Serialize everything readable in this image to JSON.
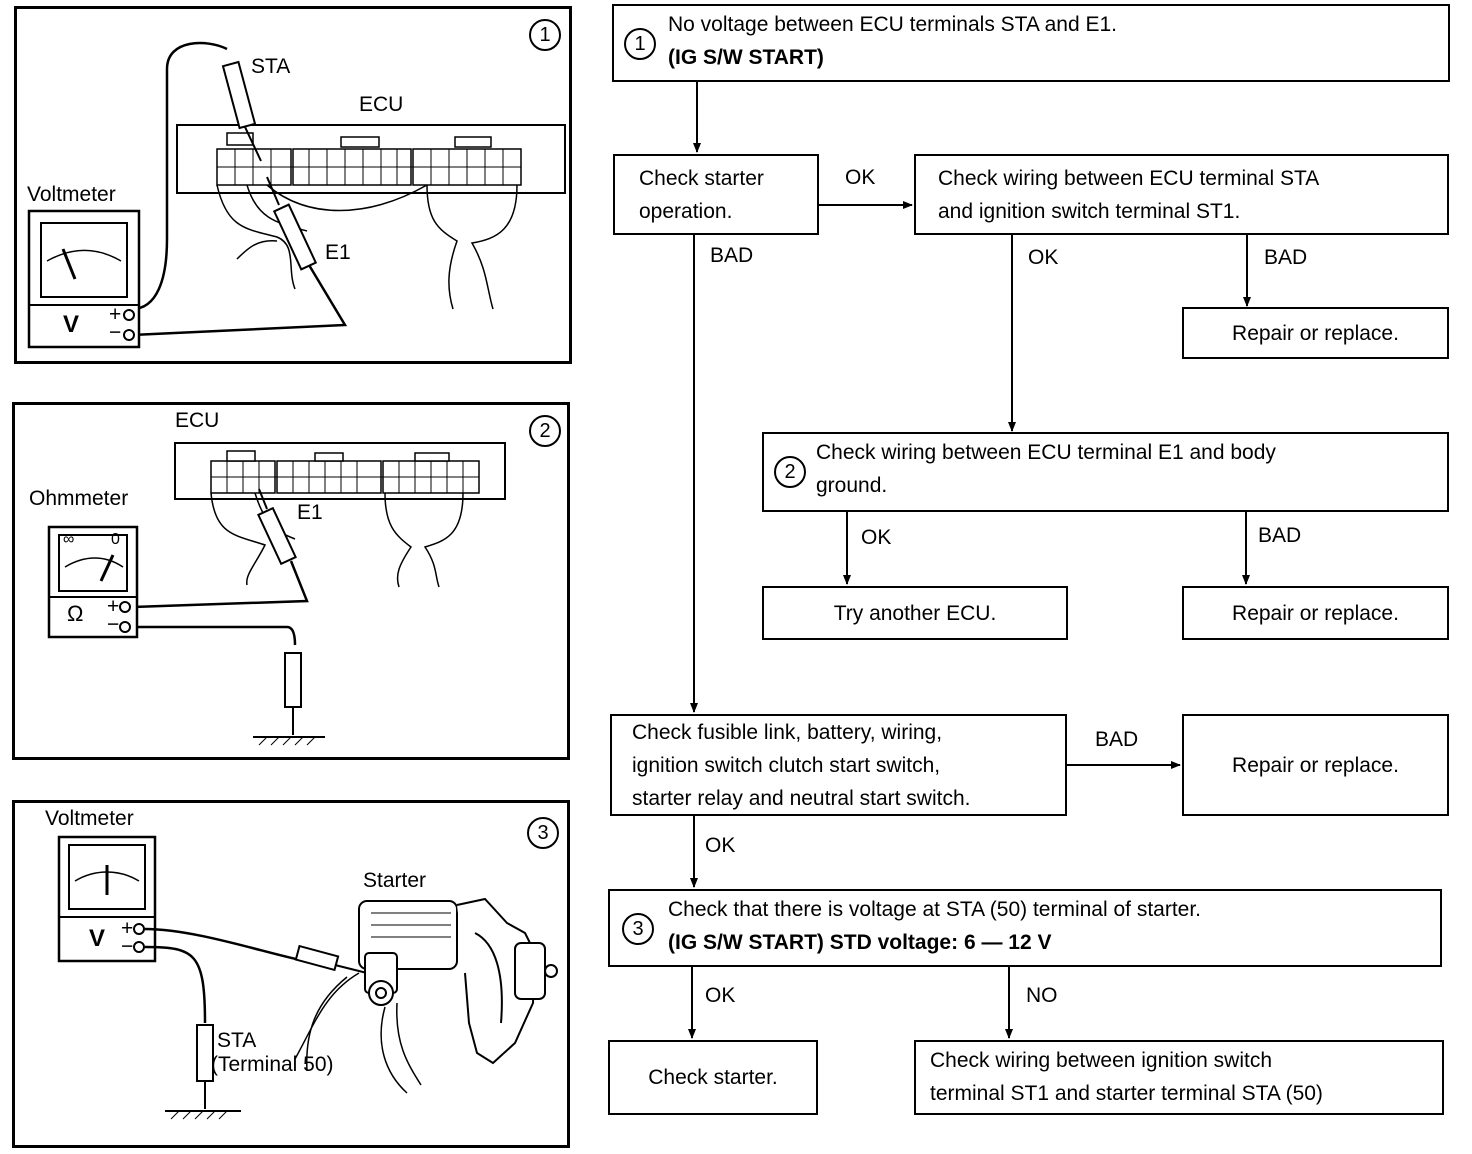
{
  "panels": {
    "p1": {
      "num": "1",
      "sta": "STA",
      "ecu": "ECU",
      "e1": "E1",
      "meter": "Voltmeter",
      "v": "V",
      "plus": "+",
      "minus": "−"
    },
    "p2": {
      "num": "2",
      "ecu": "ECU",
      "e1": "E1",
      "meter": "Ohmmeter",
      "omega": "Ω",
      "plus": "+",
      "minus": "−",
      "inf": "∞",
      "zero": "0"
    },
    "p3": {
      "num": "3",
      "meter": "Voltmeter",
      "v": "V",
      "plus": "+",
      "minus": "−",
      "starter": "Starter",
      "sta": "STA",
      "terminal": "(Terminal 50)"
    }
  },
  "flow": {
    "b1": {
      "num": "1",
      "line1": "No voltage between ECU terminals STA and E1.",
      "line2": "(IG S/W START)"
    },
    "b2": {
      "line1": "Check starter",
      "line2": "operation."
    },
    "b3": {
      "line1": "Check wiring between ECU terminal STA",
      "line2": "and ignition switch terminal ST1."
    },
    "b4": {
      "text": "Repair or replace."
    },
    "b5": {
      "num": "2",
      "line1": "Check wiring between ECU terminal E1 and body",
      "line2": "ground."
    },
    "b6": {
      "text": "Try another ECU."
    },
    "b7": {
      "text": "Repair or replace."
    },
    "b8": {
      "line1": "Check fusible link, battery, wiring,",
      "line2": "ignition switch clutch start switch,",
      "line3": "starter relay and neutral start switch."
    },
    "b9": {
      "text": "Repair or replace."
    },
    "b10": {
      "num": "3",
      "line1": "Check that there is voltage at STA (50) terminal of starter.",
      "line2": "(IG S/W START)   STD voltage:  6 — 12 V"
    },
    "b11": {
      "text": "Check starter."
    },
    "b12": {
      "line1": "Check wiring between ignition switch",
      "line2": "terminal ST1 and starter terminal STA (50)"
    },
    "labels": {
      "ok1": "OK",
      "bad1": "BAD",
      "ok2": "OK",
      "bad2": "BAD",
      "ok3": "OK",
      "bad3": "BAD",
      "bad4": "BAD",
      "ok4": "OK",
      "ok5": "OK",
      "no1": "NO"
    }
  }
}
